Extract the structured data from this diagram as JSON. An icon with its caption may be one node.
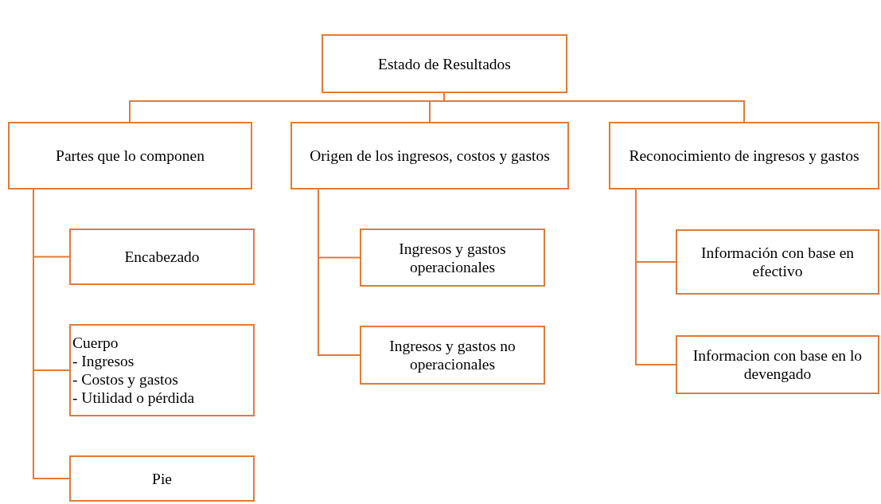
{
  "diagram": {
    "nodes": [
      {
        "text": [
          "Estado de Resultados"
        ]
      },
      {
        "text": [
          "Partes que lo componen"
        ]
      },
      {
        "text": [
          "Origen de los ingresos, costos y gastos"
        ]
      },
      {
        "text": [
          "Reconocimiento de ingresos y gastos"
        ]
      },
      {
        "text": [
          "Encabezado"
        ]
      },
      {
        "text": [
          "Cuerpo",
          "- Ingresos",
          "- Costos y gastos",
          "- Utilidad o pérdida"
        ]
      },
      {
        "text": [
          "Pie"
        ]
      },
      {
        "text": [
          "Ingresos y gastos operacionales"
        ]
      },
      {
        "text": [
          "Ingresos y gastos no operacionales"
        ]
      },
      {
        "text": [
          "Información con base en efectivo"
        ]
      },
      {
        "text": [
          "Informacion con base en lo devengado"
        ]
      }
    ],
    "edges": [
      {
        "from": 0,
        "to": 1,
        "arrow": "none"
      },
      {
        "from": 0,
        "to": 2,
        "arrow": "none"
      },
      {
        "from": 0,
        "to": 3,
        "arrow": "none"
      },
      {
        "from": 1,
        "to": 4,
        "arrow": "none"
      },
      {
        "from": 1,
        "to": 5,
        "arrow": "none"
      },
      {
        "from": 1,
        "to": 6,
        "arrow": "none"
      },
      {
        "from": 2,
        "to": 7,
        "arrow": "none"
      },
      {
        "from": 2,
        "to": 8,
        "arrow": "none"
      },
      {
        "from": 3,
        "to": 9,
        "arrow": "none"
      },
      {
        "from": 3,
        "to": 10,
        "arrow": "none"
      }
    ]
  }
}
